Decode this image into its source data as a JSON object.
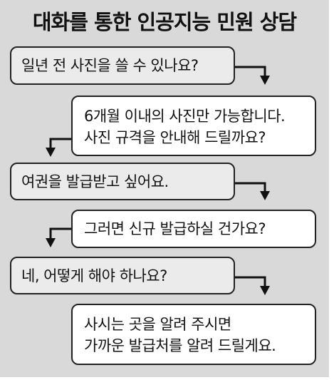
{
  "title": "대화를 통한 인공지능 민원 상담",
  "messages": [
    {
      "speaker": "user",
      "lines": [
        "일년 전 사진을 쓸 수 있나요?"
      ]
    },
    {
      "speaker": "bot",
      "lines": [
        "6개월 이내의 사진만 가능합니다.",
        "사진 규격을 안내해 드릴까요?"
      ]
    },
    {
      "speaker": "user",
      "lines": [
        "여권을 발급받고 싶어요."
      ]
    },
    {
      "speaker": "bot",
      "lines": [
        "그러면 신규 발급하실 건가요?"
      ]
    },
    {
      "speaker": "user",
      "lines": [
        "네, 어떻게 해야 하나요?"
      ]
    },
    {
      "speaker": "bot",
      "lines": [
        "사시는 곳을 알려 주시면",
        "가까운 발급처를 알려 드릴게요."
      ]
    }
  ],
  "colors": {
    "background": "#d9d9d9",
    "user_bubble": "#ebebeb",
    "bot_bubble": "#ffffff",
    "border": "#222222"
  }
}
